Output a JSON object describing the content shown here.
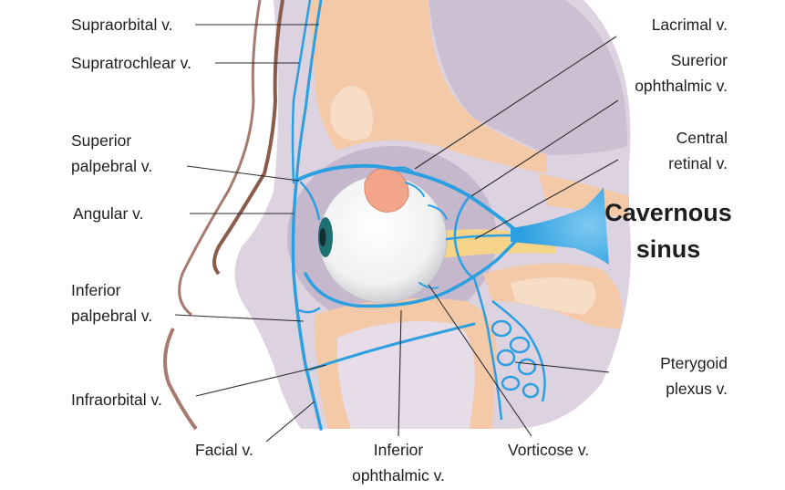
{
  "labels": {
    "supraorbital": "Supraorbital v.",
    "supratrochlear": "Supratrochlear v.",
    "superior_palpebral_1": "Superior",
    "superior_palpebral_2": "palpebral v.",
    "angular": "Angular v.",
    "inferior_palpebral_1": "Inferior",
    "inferior_palpebral_2": "palpebral v.",
    "infraorbital": "Infraorbital  v.",
    "facial": "Facial v.",
    "inferior_ophthalmic_1": "Inferior",
    "inferior_ophthalmic_2": "ophthalmic v.",
    "vorticose": "Vorticose v.",
    "pterygoid_1": "Pterygoid",
    "pterygoid_2": "plexus v.",
    "lacrimal": "Lacrimal v.",
    "superior_ophthalmic_1": "Surerior",
    "superior_ophthalmic_2": "ophthalmic v.",
    "central_retinal_1": "Central",
    "central_retinal_2": "retinal v.",
    "cavernous_1": "Cavernous",
    "cavernous_2": "sinus"
  },
  "colors": {
    "vein": "#2b9fe0",
    "bone": "#f3c9a8",
    "bone_light": "#f7ddc6",
    "tissue": "#d7ccdb",
    "tissue_dark": "#c6b8cc",
    "skin_line": "#8a5a4a",
    "sclera": "#f4f4f4",
    "iris": "#1f6f73",
    "gland": "#f2a58a",
    "nerve": "#f5d48a",
    "text": "#1e1e1e"
  }
}
